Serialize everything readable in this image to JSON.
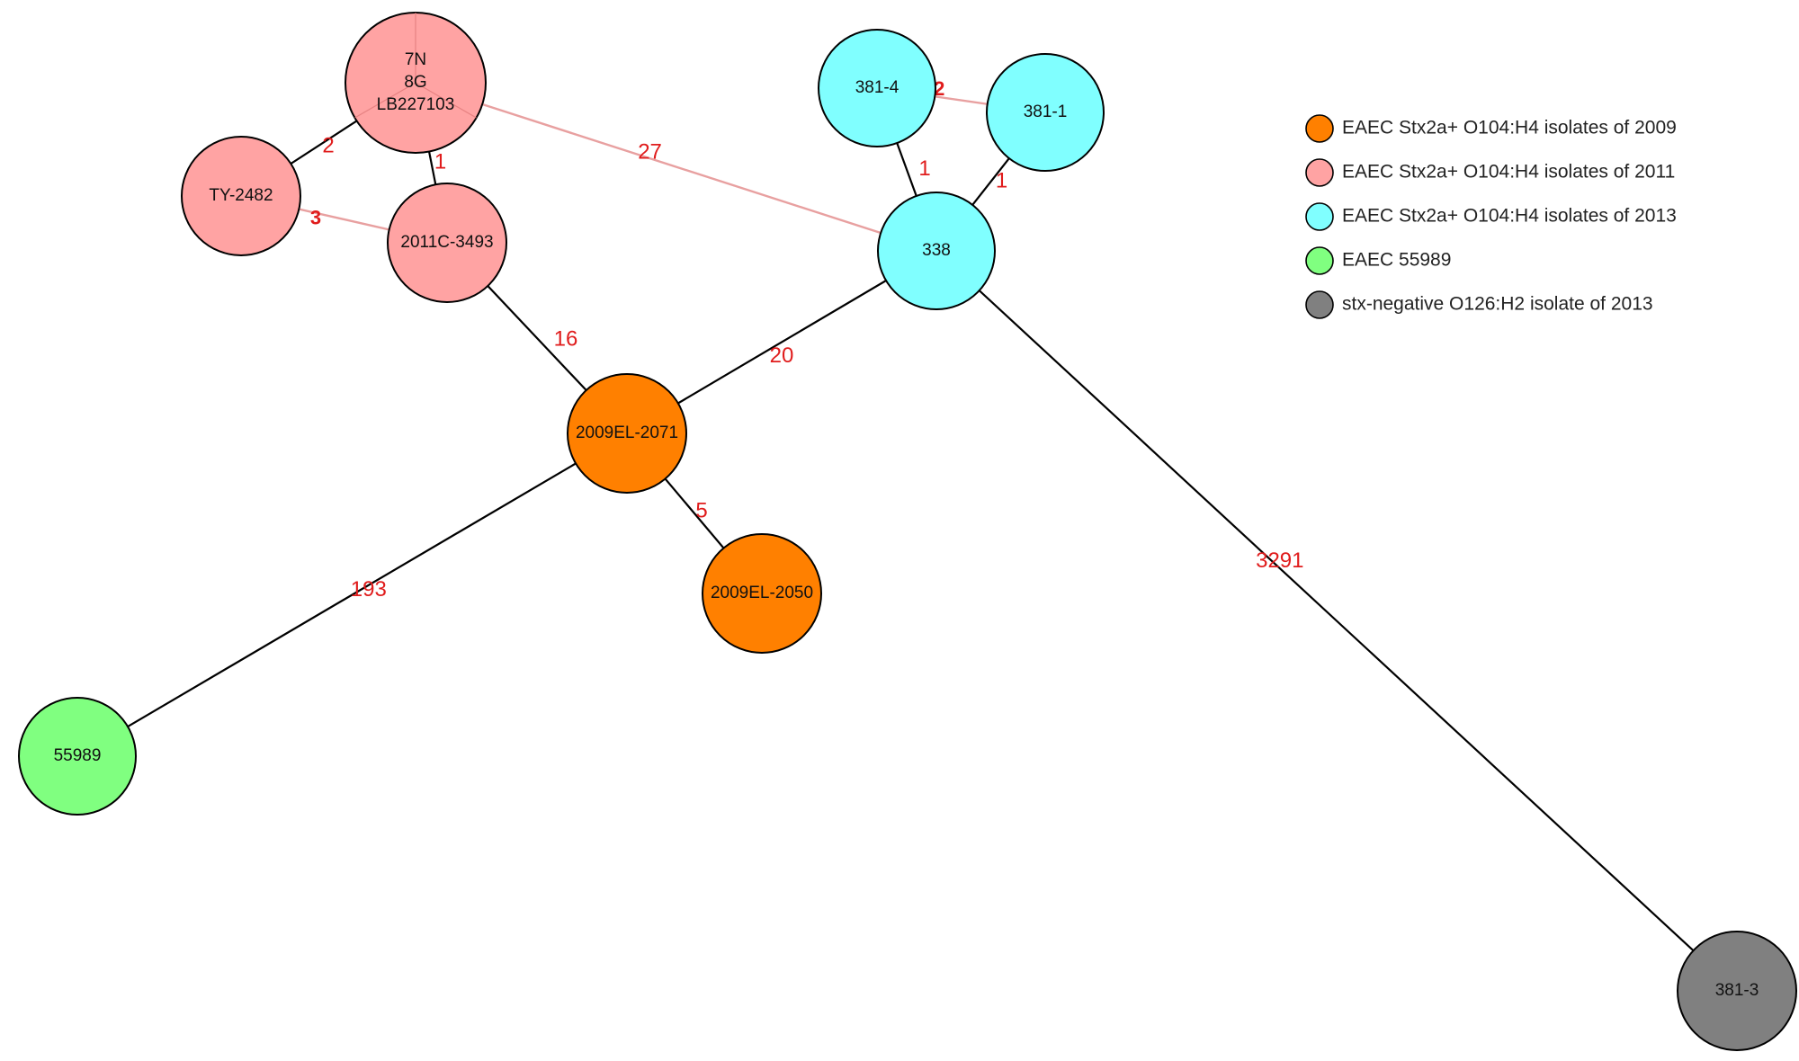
{
  "groups": {
    "2009": {
      "color": "#ff8000"
    },
    "2011": {
      "color": "#ffa3a3"
    },
    "2013": {
      "color": "#80ffff"
    },
    "55989": {
      "color": "#80ff80"
    },
    "o126": {
      "color": "#808080"
    }
  },
  "colors": {
    "node_stroke": "#000000",
    "edge_default": "#000000",
    "edge_pink": "#e8a0a0",
    "edge_label": "#e01c1c"
  },
  "nodes": [
    {
      "id": "lb",
      "lines": [
        "7N",
        "8G",
        "LB227103"
      ],
      "group": "2011",
      "divided": true
    },
    {
      "id": "ty",
      "lines": [
        "TY-2482"
      ],
      "group": "2011"
    },
    {
      "id": "c3493",
      "lines": [
        "2011C-3493"
      ],
      "group": "2011"
    },
    {
      "id": "n3814",
      "lines": [
        "381-4"
      ],
      "group": "2013"
    },
    {
      "id": "n3811",
      "lines": [
        "381-1"
      ],
      "group": "2013"
    },
    {
      "id": "n338",
      "lines": [
        "338"
      ],
      "group": "2013"
    },
    {
      "id": "el2071",
      "lines": [
        "2009EL-2071"
      ],
      "group": "2009"
    },
    {
      "id": "el2050",
      "lines": [
        "2009EL-2050"
      ],
      "group": "2009"
    },
    {
      "id": "n55989",
      "lines": [
        "55989"
      ],
      "group": "55989"
    },
    {
      "id": "n3813",
      "lines": [
        "381-3"
      ],
      "group": "o126"
    }
  ],
  "edges": [
    {
      "from": "lb",
      "to": "ty",
      "label": "2",
      "style": "dark"
    },
    {
      "from": "lb",
      "to": "c3493",
      "label": "1",
      "style": "dark"
    },
    {
      "from": "ty",
      "to": "c3493",
      "label": "3",
      "style": "pink",
      "bold": true
    },
    {
      "from": "lb",
      "to": "n338",
      "label": "27",
      "style": "pink"
    },
    {
      "from": "n3814",
      "to": "n3811",
      "label": "2",
      "style": "pink",
      "bold": true
    },
    {
      "from": "n3814",
      "to": "n338",
      "label": "1",
      "style": "dark"
    },
    {
      "from": "n3811",
      "to": "n338",
      "label": "1",
      "style": "dark"
    },
    {
      "from": "c3493",
      "to": "el2071",
      "label": "16",
      "style": "dark"
    },
    {
      "from": "n338",
      "to": "el2071",
      "label": "20",
      "style": "dark"
    },
    {
      "from": "el2071",
      "to": "el2050",
      "label": "5",
      "style": "dark"
    },
    {
      "from": "el2071",
      "to": "n55989",
      "label": "193",
      "style": "dark"
    },
    {
      "from": "n338",
      "to": "n3813",
      "label": "3291",
      "style": "dark"
    }
  ],
  "legend": [
    {
      "group": "2009",
      "label": "EAEC Stx2a+ O104:H4 isolates of 2009"
    },
    {
      "group": "2011",
      "label": "EAEC Stx2a+ O104:H4 isolates of 2011"
    },
    {
      "group": "2013",
      "label": "EAEC Stx2a+ O104:H4 isolates of 2013"
    },
    {
      "group": "55989",
      "label": "EAEC 55989"
    },
    {
      "group": "o126",
      "label": "stx-negative O126:H2 isolate of 2013"
    }
  ]
}
